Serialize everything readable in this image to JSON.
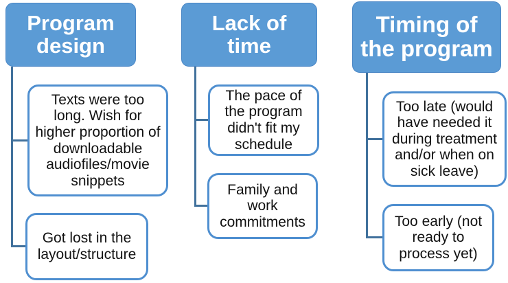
{
  "diagram": {
    "title_hint": "Program feedback categories diagram",
    "columns": [
      {
        "header": "Program\ndesign",
        "children": [
          "Texts were too\nlong. Wish for\nhigher proportion of\ndownloadable\naudiofiles/movie\nsnippets",
          "Got lost in the\nlayout/structure"
        ]
      },
      {
        "header": "Lack of\ntime",
        "children": [
          "The pace of\nthe program\ndidn't fit my\nschedule",
          "Family and\nwork\ncommitments"
        ]
      },
      {
        "header": "Timing of\nthe program",
        "children": [
          "Too late (would\nhave needed it\nduring treatment\nand/or when on\nsick leave)",
          "Too early (not\nready to\nprocess yet)"
        ]
      }
    ]
  },
  "colors": {
    "header_fill": "#5b9bd5",
    "header_edge": "#4a86c5",
    "child_border": "#4f8fd0",
    "connector": "#41719c",
    "text_dark": "#111111",
    "text_light": "#ffffff"
  }
}
